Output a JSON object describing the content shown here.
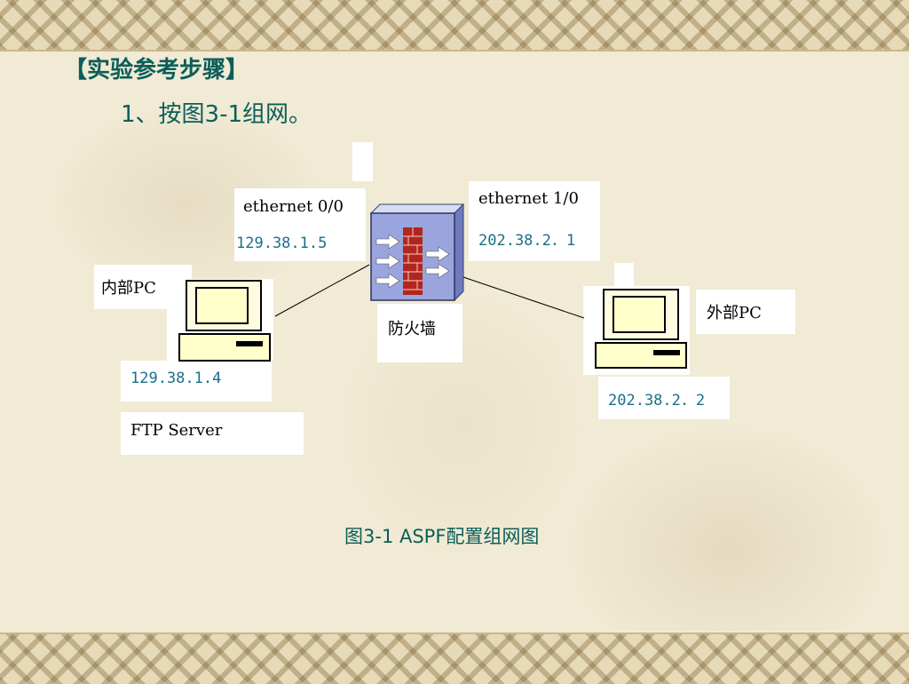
{
  "slide": {
    "heading": "【实验参考步骤】",
    "step": "1、按图3-1组网。",
    "caption": "图3-1 ASPF配置组网图"
  },
  "diagram": {
    "firewall": {
      "label": "防火墙",
      "eth00_label": "ethernet 0/0",
      "eth00_ip": "129.38.1.5",
      "eth10_label": "ethernet 1/0",
      "eth10_ip": "202.38.2．1"
    },
    "inner_pc": {
      "label": "内部PC",
      "ip": "129.38.1.4",
      "role": "FTP Server"
    },
    "outer_pc": {
      "label": "外部PC",
      "ip": "202.38.2．2"
    }
  }
}
